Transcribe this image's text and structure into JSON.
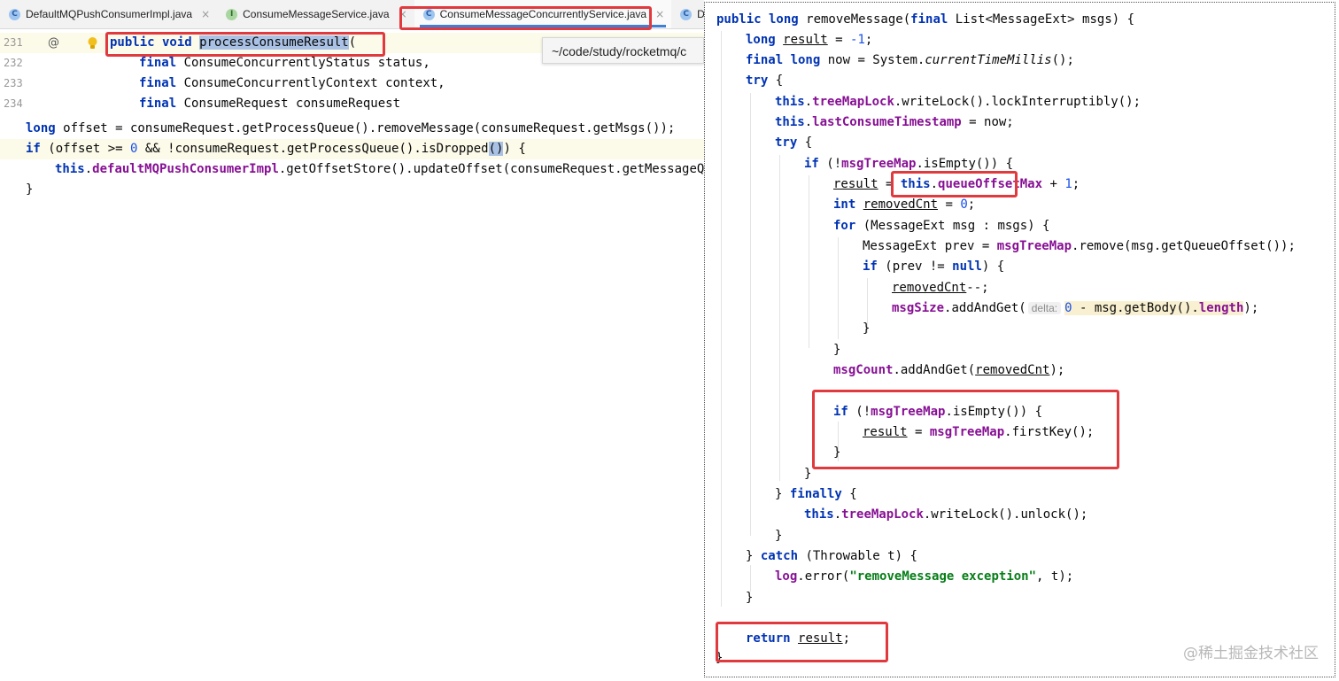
{
  "tabs": [
    {
      "label": "DefaultMQPushConsumerImpl.java",
      "icon": "class-icon",
      "kind": "C",
      "active": false,
      "closable": true
    },
    {
      "label": "ConsumeMessageService.java",
      "icon": "interface-icon",
      "kind": "I",
      "active": false,
      "closable": true
    },
    {
      "label": "ConsumeMessageConcurrentlyService.java",
      "icon": "class-icon",
      "kind": "C",
      "active": true,
      "closable": true
    },
    {
      "label": "De",
      "icon": "class-icon",
      "kind": "C",
      "active": false,
      "closable": false
    }
  ],
  "tab_close_glyph": "×",
  "tooltip": "~/code/study/rocketmq/c",
  "left_editor": {
    "line_numbers": [
      "231",
      "232",
      "233",
      "234"
    ],
    "gutter_marker": "@",
    "line231": {
      "kw1": "public void",
      "method": "processConsumeResult",
      "paren": "("
    },
    "line232": {
      "kw": "final",
      "rest": "ConsumeConcurrentlyStatus status,"
    },
    "line233": {
      "kw": "final",
      "rest": "ConsumeConcurrentlyContext context,"
    },
    "line234": {
      "kw": "final",
      "rest": "ConsumeRequest consumeRequest"
    },
    "line_offset": {
      "kw": "long",
      "rest": " offset = consumeRequest.getProcessQueue().removeMessage(consumeRequest.getMsgs());"
    },
    "line_if": {
      "kw": "if",
      "a": " (offset >= ",
      "num": "0",
      "b": " && !consumeRequest.getProcessQueue().isDropped",
      "sel": "()",
      "c": ") {"
    },
    "line_update": {
      "kw": "this",
      "dot": ".",
      "field": "defaultMQPushConsumerImpl",
      "rest": ".getOffsetStore().updateOffset(consumeRequest.getMessageQueue(), offset, true);"
    },
    "line_close": "}"
  },
  "right_code": {
    "l01": {
      "kw": "public long",
      "rest": " removeMessage(",
      "kw2": "final",
      "rest2": " List<MessageExt> msgs) {"
    },
    "l02": {
      "kw": "long",
      "sp": " ",
      "var": "result",
      "a": " = ",
      "num": "-1",
      "b": ";"
    },
    "l03": {
      "kw": "final long",
      "a": " now = System.",
      "ital": "currentTimeMillis",
      "b": "();"
    },
    "l04": {
      "kw": "try",
      "a": " {"
    },
    "l05": {
      "kw": "this",
      "dot": ".",
      "field": "treeMapLock",
      "rest": ".writeLock().lockInterruptibly();"
    },
    "l06": {
      "kw": "this",
      "dot": ".",
      "field": "lastConsumeTimestamp",
      "rest": " = now;"
    },
    "l07": {
      "kw": "try",
      "a": " {"
    },
    "l08": {
      "kw": "if",
      "a": " (!",
      "field": "msgTreeMap",
      "b": ".isEmpty()) {"
    },
    "l09": {
      "var": "result",
      "a": " = ",
      "kw": "this",
      "dot": ".",
      "field": "queueOffsetMax",
      "b": " + ",
      "num": "1",
      "c": ";"
    },
    "l10": {
      "kw": "int",
      "sp": " ",
      "var": "removedCnt",
      "a": " = ",
      "num": "0",
      "b": ";"
    },
    "l11": {
      "kw": "for",
      "a": " (MessageExt msg : msgs) {"
    },
    "l12": {
      "a": "MessageExt prev = ",
      "field": "msgTreeMap",
      "b": ".remove(msg.getQueueOffset());"
    },
    "l13": {
      "kw": "if",
      "a": " (prev != ",
      "kw2": "null",
      "b": ") {"
    },
    "l14": {
      "var": "removedCnt",
      "a": "--;"
    },
    "l15": {
      "field": "msgSize",
      "a": ".addAndGet(",
      "hint": "delta:",
      "num": "0",
      "b": " - msg.getBody().",
      "field2": "length",
      "c": ");"
    },
    "l16": "}",
    "l17": "}",
    "l18": {
      "field": "msgCount",
      "a": ".addAndGet(",
      "var": "removedCnt",
      "b": ");"
    },
    "l19": {
      "kw": "if",
      "a": " (!",
      "field": "msgTreeMap",
      "b": ".isEmpty()) {"
    },
    "l20": {
      "var": "result",
      "a": " = ",
      "field": "msgTreeMap",
      "b": ".firstKey();"
    },
    "l21": "}",
    "l22": "}",
    "l23": {
      "a": "} ",
      "kw": "finally",
      "b": " {"
    },
    "l24": {
      "kw": "this",
      "dot": ".",
      "field": "treeMapLock",
      "rest": ".writeLock().unlock();"
    },
    "l25": "}",
    "l26": {
      "a": "} ",
      "kw": "catch",
      "b": " (Throwable t) {"
    },
    "l27": {
      "field": "log",
      "a": ".error(",
      "str": "\"removeMessage exception\"",
      "b": ", t);"
    },
    "l28": "}",
    "l29": {
      "kw": "return",
      "sp": " ",
      "var": "result",
      "a": ";"
    },
    "l30": "}"
  },
  "watermark": "@稀土掘金技术社区",
  "colors": {
    "keyword": "#0033b3",
    "field": "#871094",
    "number": "#1750eb",
    "string": "#067d17",
    "annotation_box": "#e0393e",
    "active_tab_underline": "#3f7fd6",
    "selection": "#a9c1e4"
  }
}
